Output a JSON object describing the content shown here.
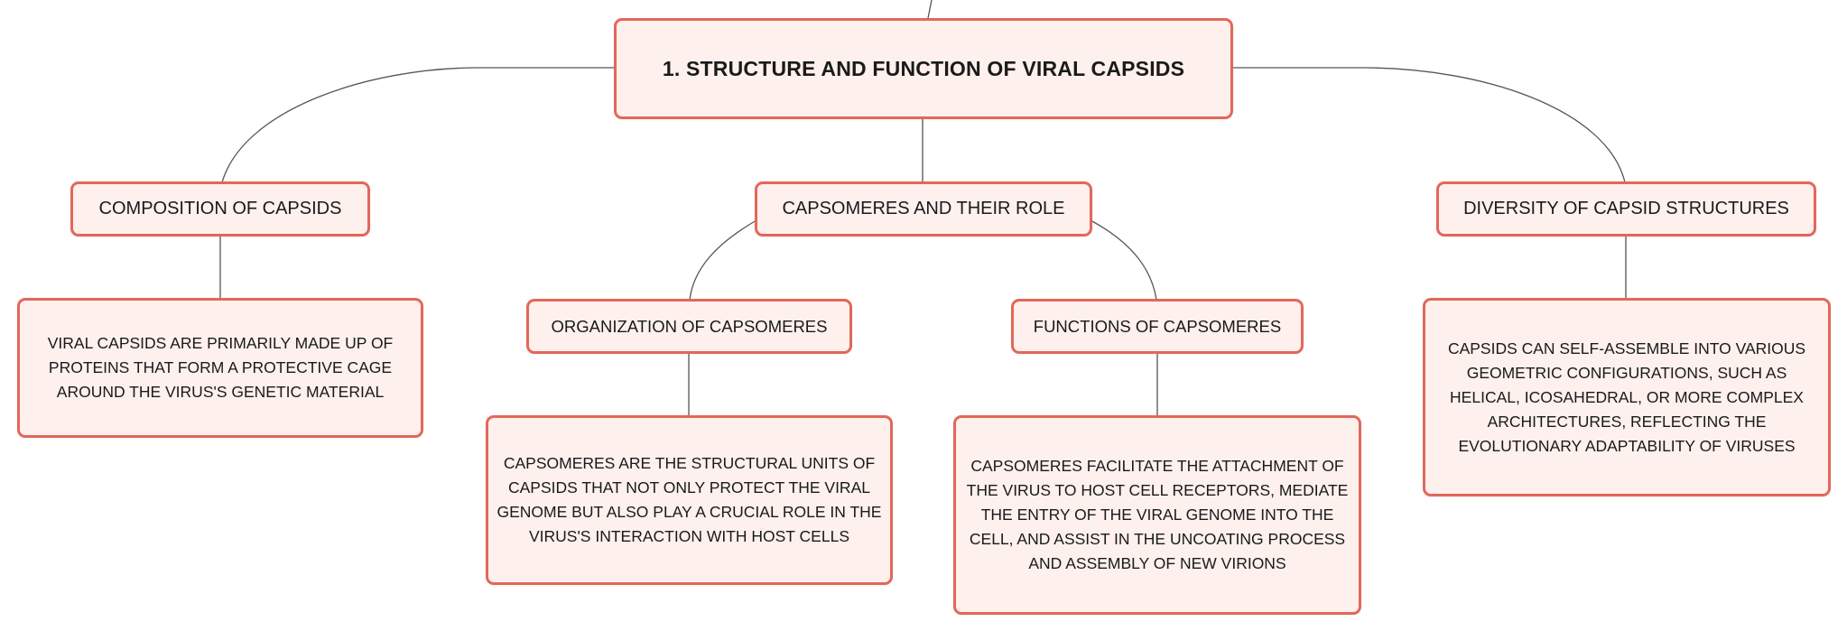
{
  "diagram": {
    "root": {
      "label": "1. STRUCTURE AND FUNCTION OF VIRAL CAPSIDS"
    },
    "topics": [
      {
        "label": "COMPOSITION OF CAPSIDS",
        "description": "VIRAL CAPSIDS ARE PRIMARILY MADE UP OF PROTEINS THAT FORM A PROTECTIVE CAGE AROUND THE VIRUS'S GENETIC MATERIAL"
      },
      {
        "label": "CAPSOMERES AND THEIR ROLE",
        "subtopics": [
          {
            "label": "ORGANIZATION OF CAPSOMERES",
            "description": "CAPSOMERES ARE THE STRUCTURAL UNITS OF CAPSIDS THAT NOT ONLY PROTECT THE VIRAL GENOME BUT ALSO PLAY A CRUCIAL ROLE IN THE VIRUS'S INTERACTION WITH HOST CELLS"
          },
          {
            "label": "FUNCTIONS OF CAPSOMERES",
            "description": "CAPSOMERES FACILITATE THE ATTACHMENT OF THE VIRUS TO HOST CELL RECEPTORS, MEDIATE THE ENTRY OF THE VIRAL GENOME INTO THE CELL, AND ASSIST IN THE UNCOATING PROCESS AND ASSEMBLY OF NEW VIRIONS"
          }
        ]
      },
      {
        "label": "DIVERSITY OF CAPSID STRUCTURES",
        "description": "CAPSIDS CAN SELF-ASSEMBLE INTO VARIOUS GEOMETRIC CONFIGURATIONS, SUCH AS HELICAL, ICOSAHEDRAL, OR MORE COMPLEX ARCHITECTURES, REFLECTING THE EVOLUTIONARY ADAPTABILITY OF VIRUSES"
      }
    ]
  },
  "colors": {
    "node_border": "#e3675a",
    "node_fill": "#fdf0ed",
    "connector": "#555555"
  }
}
